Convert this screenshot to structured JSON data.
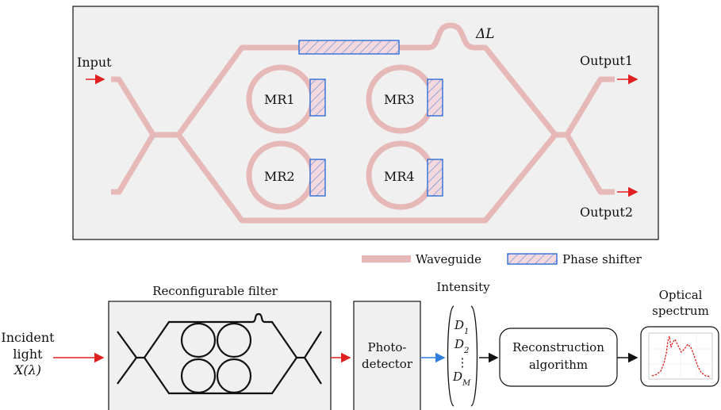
{
  "top": {
    "input_label": "Input",
    "output1_label": "Output1",
    "output2_label": "Output2",
    "delta_label": "ΔL",
    "rings": [
      "MR1",
      "MR2",
      "MR3",
      "MR4"
    ]
  },
  "legend": {
    "waveguide": "Waveguide",
    "phase_shifter": "Phase shifter"
  },
  "flow": {
    "incident_line1": "Incident",
    "incident_line2": "light",
    "incident_line3": "X(λ)",
    "filter_title": "Reconfigurable filter",
    "photodetector_line1": "Photo-",
    "photodetector_line2": "detector",
    "intensity_title": "Intensity",
    "d_values": [
      "D1",
      "D2",
      "⋮",
      "DM"
    ],
    "reconstruction_line1": "Reconstruction",
    "reconstruction_line2": "algorithm",
    "spectrum_line1": "Optical",
    "spectrum_line2": "spectrum"
  },
  "colors": {
    "waveguide": "#e6b8b8",
    "phase_shifter_border": "#2f6fd6",
    "arrow_red": "#e02020",
    "arrow_blue": "#2f7fe0",
    "panel_bg": "#f0f0f0"
  }
}
